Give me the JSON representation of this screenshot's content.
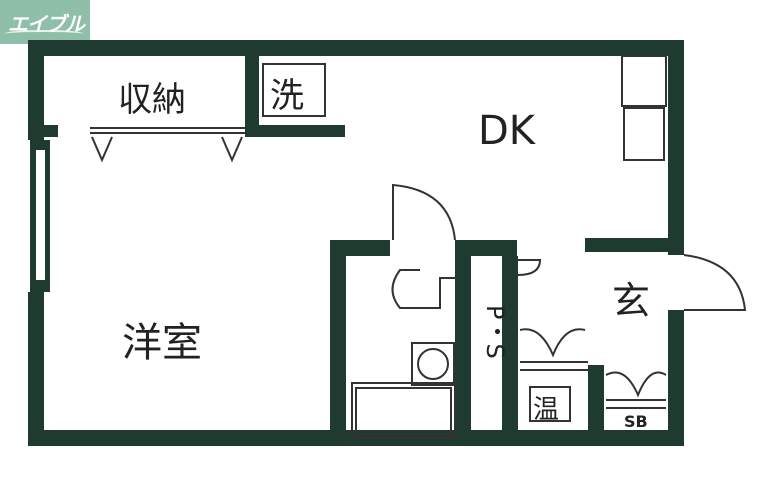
{
  "logo": {
    "text": "エイブル",
    "bg_color": "#8fbfa8"
  },
  "colors": {
    "wall": "#1f3a2e",
    "line": "#333333",
    "background": "#ffffff"
  },
  "rooms": {
    "storage": "収納",
    "washer": "洗",
    "dining_kitchen": "DK",
    "western_room": "洋室",
    "pipe_space": "P・S",
    "entrance": "玄",
    "water_heater": "温",
    "shoe_box": "SB"
  }
}
